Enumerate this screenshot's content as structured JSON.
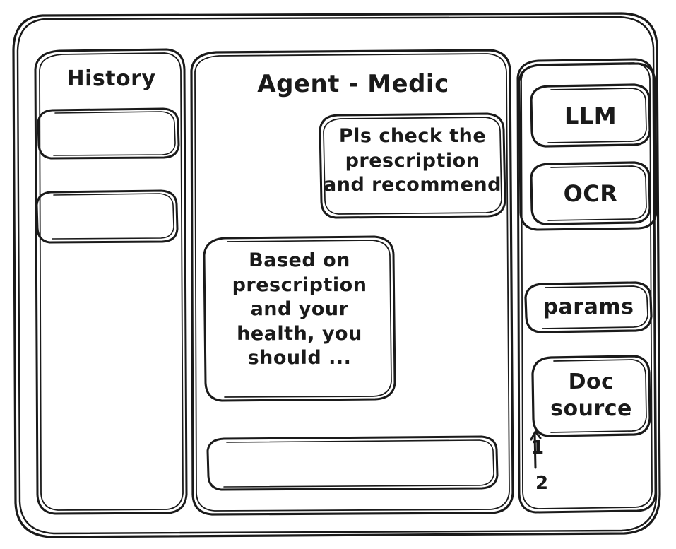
{
  "app": {
    "style": "hand-drawn-wireframe",
    "ink_color": "#1a1a1a",
    "background_color": "#ffffff"
  },
  "sidebar_left": {
    "title": "History",
    "items": [
      {
        "label": ""
      },
      {
        "label": ""
      }
    ]
  },
  "main": {
    "title": "Agent - Medic",
    "messages": [
      {
        "role": "user",
        "text": "Pls check the\nprescription\nand recommend",
        "align": "right"
      },
      {
        "role": "assistant",
        "text": "Based on\nprescription\nand your\nhealth, you\nshould ...",
        "align": "left"
      }
    ],
    "composer": {
      "value": "",
      "placeholder": ""
    }
  },
  "sidebar_right": {
    "tools": [
      {
        "label": "LLM"
      },
      {
        "label": "OCR"
      }
    ],
    "params": {
      "label": "params"
    },
    "doc_source": {
      "label": "Doc\nsource",
      "sources": [
        {
          "number": "1"
        },
        {
          "number": "2"
        }
      ]
    }
  }
}
